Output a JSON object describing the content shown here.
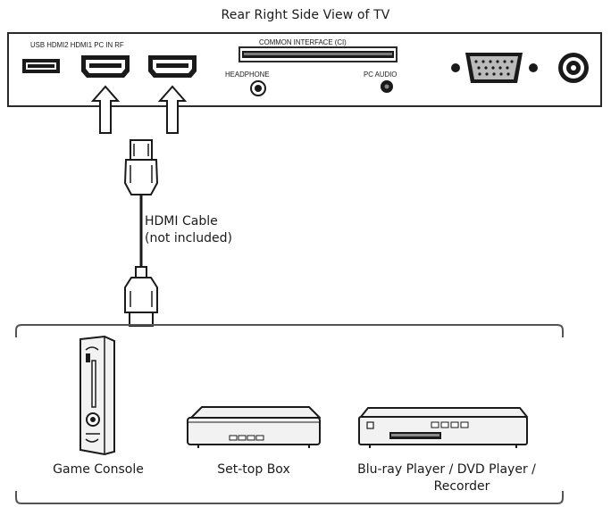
{
  "title": "Rear Right Side View of TV",
  "panel": {
    "port_labels_left": "USB HDMI2 HDMI1 PC IN RF",
    "common_interface": "COMMON  INTERFACE (CI)",
    "headphone": "HEADPHONE",
    "pc_audio": "PC AUDIO"
  },
  "cable": {
    "line1": "HDMI Cable",
    "line2": "(not included)"
  },
  "devices": [
    {
      "icon": "game-console-icon",
      "label": "Game Console"
    },
    {
      "icon": "set-top-box-icon",
      "label": "Set-top Box"
    },
    {
      "icon": "blu-ray-player-icon",
      "label_line1": "Blu-ray Player / DVD Player /",
      "label_line2": "Recorder"
    }
  ],
  "colors": {
    "line": "#2a2a2a",
    "port_fill": "#1a1a1a",
    "device_fill": "#f2f2f2"
  }
}
